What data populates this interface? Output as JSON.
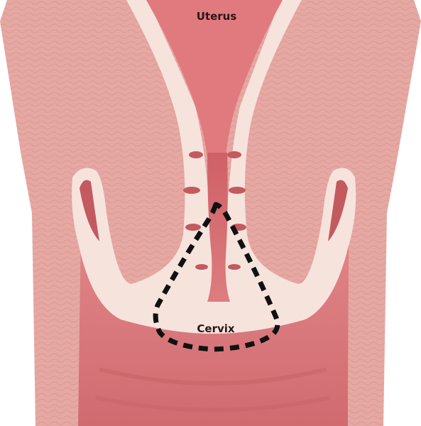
{
  "labels": {
    "uterus": "Uterus",
    "cervix": "Cervix"
  },
  "colors": {
    "background": "#ffffff",
    "outer_tissue": "#e6a8a3",
    "tissue_stripe": "#d4908b",
    "lining": "#f6e3dc",
    "canal": "#d56e72",
    "canal_dark": "#c25a60",
    "vaginal_wall": "#d9797c",
    "vaginal_fold": "#c76468",
    "outline_dashed": "#111111"
  },
  "icons": {
    "cervix_region": "dashed-triangle-outline"
  }
}
